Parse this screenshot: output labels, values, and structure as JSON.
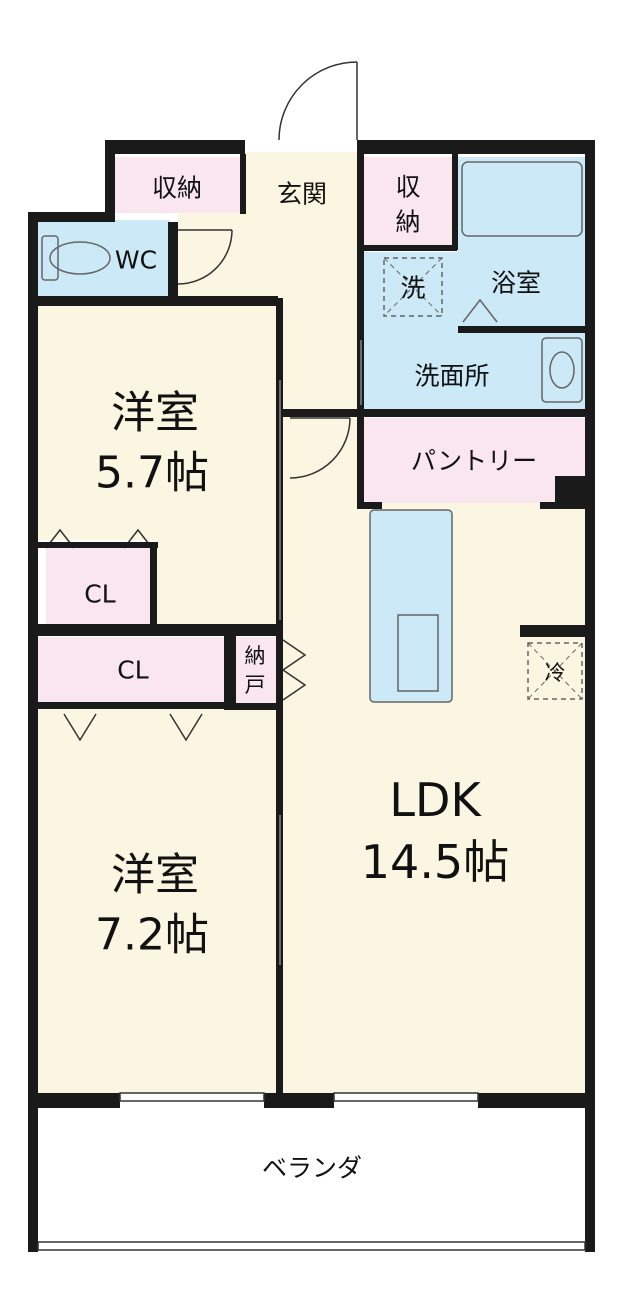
{
  "rooms": {
    "bedroom1": {
      "name": "洋室",
      "size": "5.7帖"
    },
    "bedroom2": {
      "name": "洋室",
      "size": "7.2帖"
    },
    "ldk": {
      "name": "LDK",
      "size": "14.5帖"
    },
    "storage1": "収納",
    "storage2_line1": "収",
    "storage2_line2": "納",
    "entrance": "玄関",
    "wc": "WC",
    "bath": "浴室",
    "washroom": "洗面所",
    "washer": "洗",
    "pantry": "パントリー",
    "closet1": "CL",
    "closet2": "CL",
    "nando_line1": "納",
    "nando_line2": "戸",
    "fridge": "冷",
    "veranda": "ベランダ"
  },
  "colors": {
    "wall": "#1a1a1a",
    "living_floor": "#fbf6e1",
    "storage_floor": "#fae6ee",
    "wet_floor": "#cbe9f6",
    "veranda_floor": "#ffffff"
  }
}
